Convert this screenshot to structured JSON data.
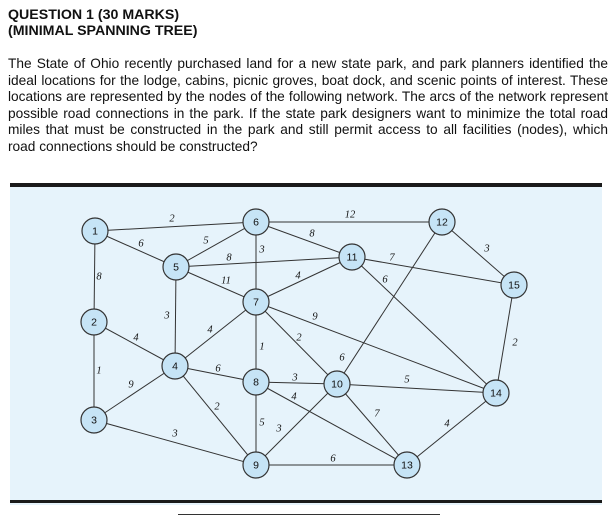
{
  "heading": {
    "line1": "QUESTION 1 (30 MARKS)",
    "line2": "(MINIMAL SPANNING TREE)"
  },
  "question_text": "The State of Ohio recently purchased land for a new state park, and park planners identified the ideal locations for the lodge, cabins, picnic groves, boat dock, and scenic points of interest. These locations are represented by the nodes of the following network. The arcs of the network represent possible road connections in the park. If the state park designers want to minimize the total road miles that must be constructed in the park and still permit access to all facilities (nodes), which road connections should be constructed?",
  "colors": {
    "panel_bg": "#e6f3fb",
    "node_fill": "#c6e4f6",
    "node_stroke": "#333333",
    "edge": "#333333"
  },
  "network": {
    "nodes": [
      {
        "id": "1"
      },
      {
        "id": "2"
      },
      {
        "id": "3"
      },
      {
        "id": "4"
      },
      {
        "id": "5"
      },
      {
        "id": "6"
      },
      {
        "id": "7"
      },
      {
        "id": "8"
      },
      {
        "id": "9"
      },
      {
        "id": "10"
      },
      {
        "id": "11"
      },
      {
        "id": "12"
      },
      {
        "id": "13"
      },
      {
        "id": "14"
      },
      {
        "id": "15"
      }
    ],
    "arcs": [
      {
        "from": "1",
        "to": "6",
        "weight": "2"
      },
      {
        "from": "1",
        "to": "5",
        "weight": "6"
      },
      {
        "from": "1",
        "to": "2",
        "weight": "8"
      },
      {
        "from": "2",
        "to": "3",
        "weight": "1"
      },
      {
        "from": "2",
        "to": "4",
        "weight": "4"
      },
      {
        "from": "3",
        "to": "4",
        "weight": "9"
      },
      {
        "from": "3",
        "to": "9",
        "weight": "3"
      },
      {
        "from": "5",
        "to": "6",
        "weight": "5"
      },
      {
        "from": "5",
        "to": "7",
        "weight": "8"
      },
      {
        "from": "5",
        "to": "11",
        "weight": "11"
      },
      {
        "from": "5",
        "to": "4",
        "weight": "3"
      },
      {
        "from": "6",
        "to": "7",
        "weight": "3"
      },
      {
        "from": "6",
        "to": "11",
        "weight": "8"
      },
      {
        "from": "6",
        "to": "12",
        "weight": "12"
      },
      {
        "from": "7",
        "to": "11",
        "weight": "4"
      },
      {
        "from": "7",
        "to": "4",
        "weight": "4"
      },
      {
        "from": "7",
        "to": "8",
        "weight": "1"
      },
      {
        "from": "7",
        "to": "10",
        "weight": "2"
      },
      {
        "from": "7",
        "to": "14",
        "weight": "9"
      },
      {
        "from": "4",
        "to": "8",
        "weight": "6"
      },
      {
        "from": "4",
        "to": "9",
        "weight": "2"
      },
      {
        "from": "8",
        "to": "10",
        "weight": "3"
      },
      {
        "from": "8",
        "to": "9",
        "weight": "5"
      },
      {
        "from": "8",
        "to": "13",
        "weight": "4"
      },
      {
        "from": "9",
        "to": "10",
        "weight": "3"
      },
      {
        "from": "9",
        "to": "13",
        "weight": "6"
      },
      {
        "from": "10",
        "to": "12",
        "weight": "6"
      },
      {
        "from": "10",
        "to": "14",
        "weight": "5"
      },
      {
        "from": "10",
        "to": "13",
        "weight": "7"
      },
      {
        "from": "11",
        "to": "14",
        "weight": "6"
      },
      {
        "from": "11",
        "to": "15",
        "weight": "7"
      },
      {
        "from": "12",
        "to": "15",
        "weight": "3"
      },
      {
        "from": "15",
        "to": "14",
        "weight": "2"
      },
      {
        "from": "14",
        "to": "13",
        "weight": "4"
      }
    ]
  }
}
